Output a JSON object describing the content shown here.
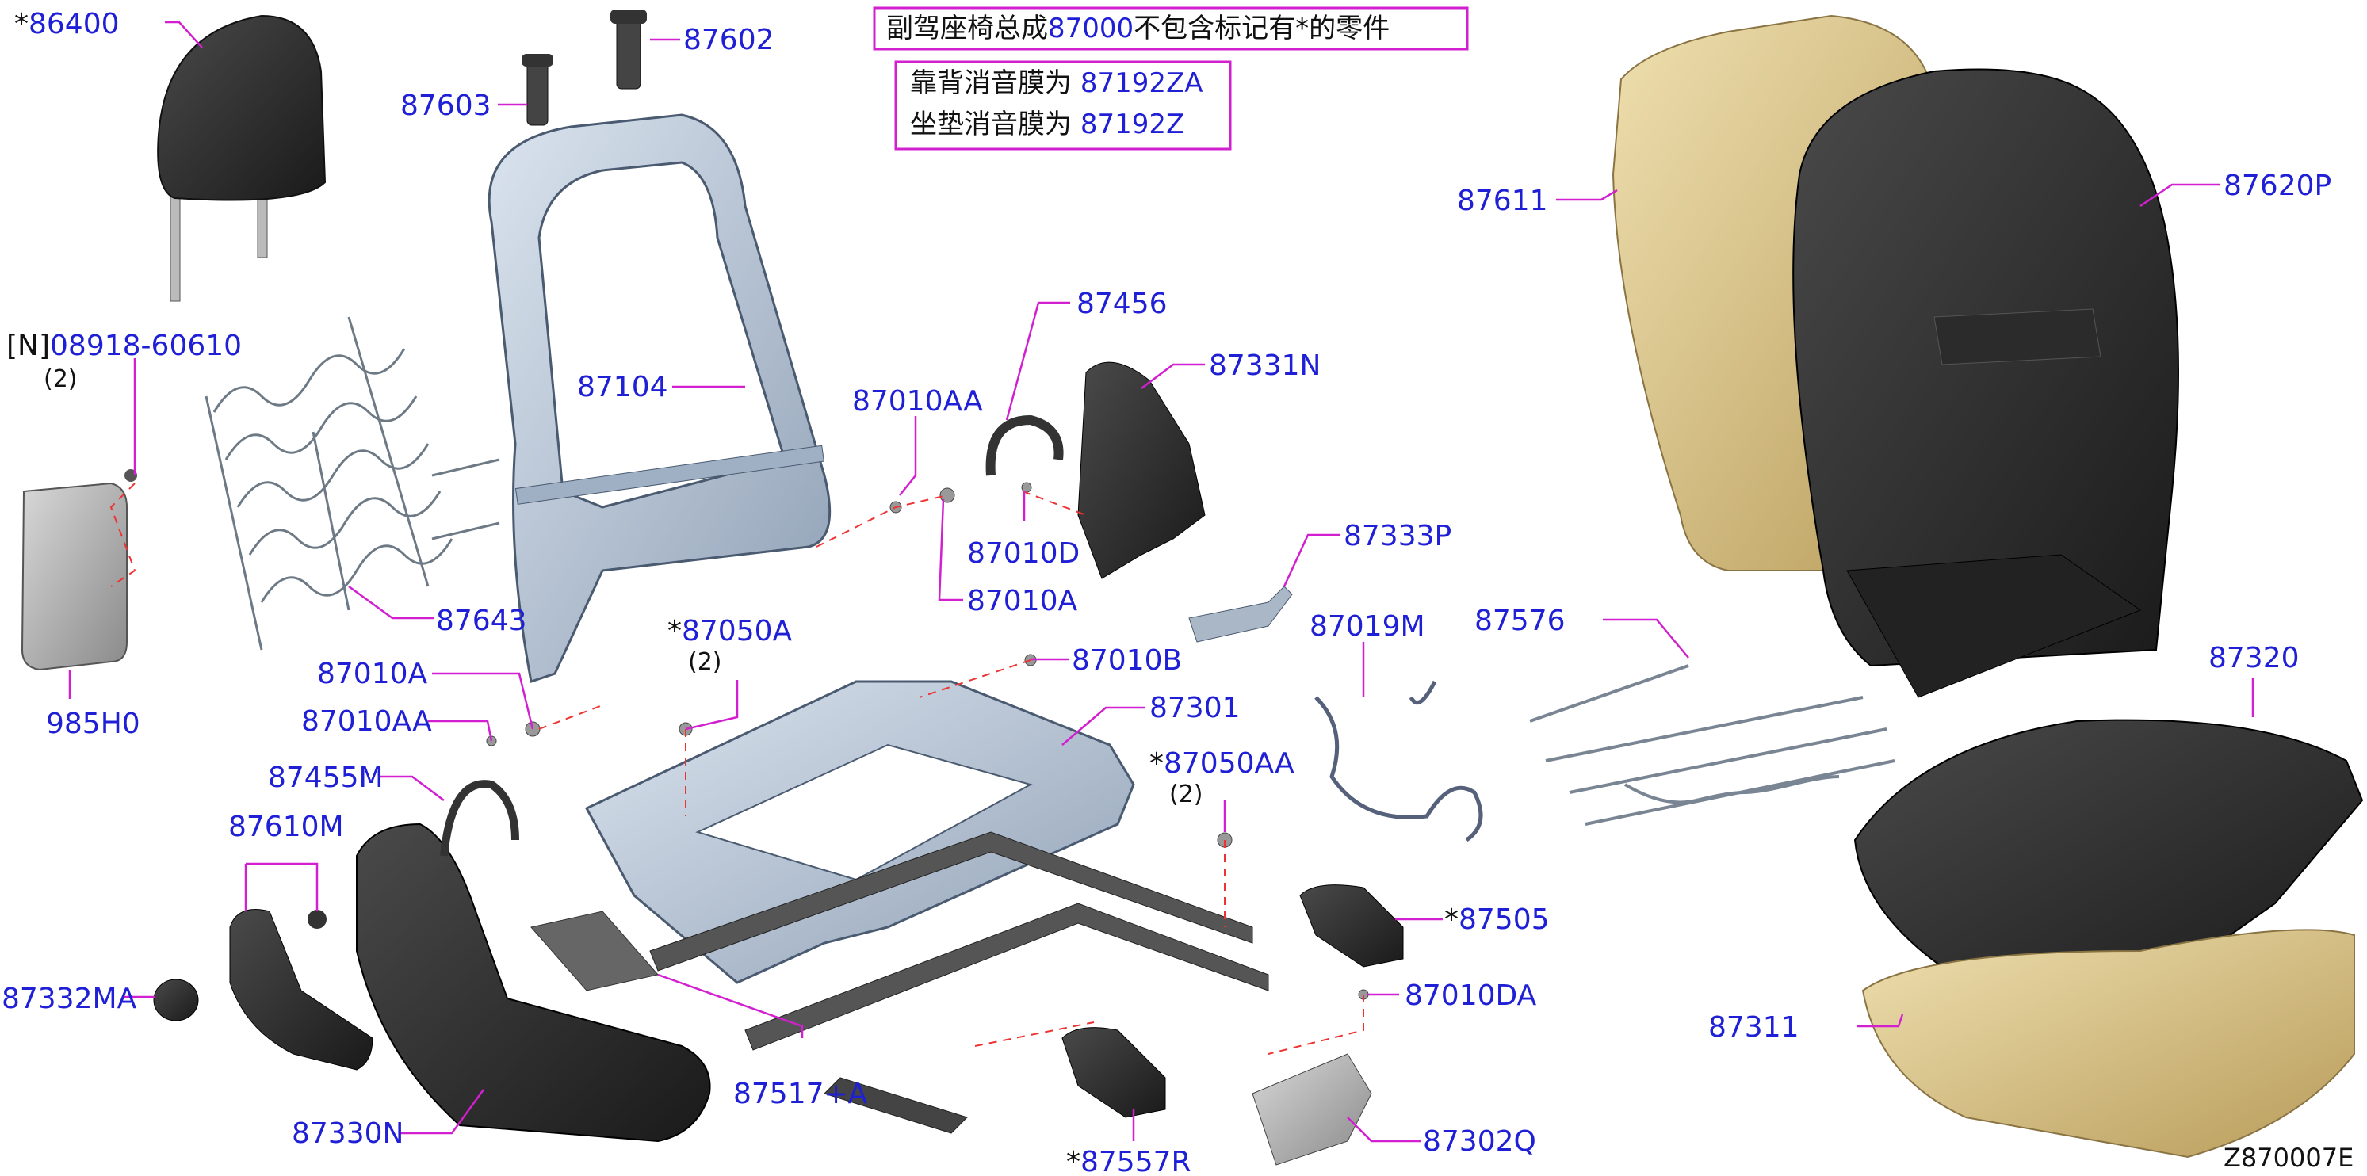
{
  "notes": {
    "line1_pre": "副驾座椅总成",
    "line1_code": "87000",
    "line1_post": "不包含标记有*的零件",
    "line2_pre": "靠背消音膜为 ",
    "line2_code": "87192ZA",
    "line3_pre": "坐垫消音膜为 ",
    "line3_code": "87192Z"
  },
  "labels": {
    "p86400": "86400",
    "p87602": "87602",
    "p87603": "87603",
    "p87611": "87611",
    "p87620P": "87620P",
    "p08918": "08918-60610",
    "p08918_prefix": "[N]",
    "p08918_qty": "(2)",
    "p87104": "87104",
    "p87456": "87456",
    "p87331N": "87331N",
    "p87010AA_top": "87010AA",
    "p87010D": "87010D",
    "p87010A_right": "87010A",
    "p87333P": "87333P",
    "p87643": "87643",
    "p87019M": "87019M",
    "p87576": "87576",
    "p87320": "87320",
    "p87050A": "87050A",
    "p87050A_qty": "(2)",
    "p87010B": "87010B",
    "p87010A_left": "87010A",
    "p87301": "87301",
    "p985H0": "985H0",
    "p87010AA_left": "87010AA",
    "p87050AA": "87050AA",
    "p87050AA_qty": "(2)",
    "p87455M": "87455M",
    "p87610M": "87610M",
    "p87505": "87505",
    "p87332MA": "87332MA",
    "p87010DA": "87010DA",
    "p87311": "87311",
    "p87517A": "87517+A",
    "p87330N": "87330N",
    "p87302Q": "87302Q",
    "p87557R": "87557R",
    "star": "*",
    "drawing_id": "Z870007E"
  },
  "colors": {
    "label_blue": "#1f1fd6",
    "leader_magenta": "#d21fd0",
    "dash_red": "#e33333",
    "frame_metal": "#b9c6d6",
    "trim_dark": "#3a3a3a",
    "cushion_tan": "#d8c38a"
  }
}
